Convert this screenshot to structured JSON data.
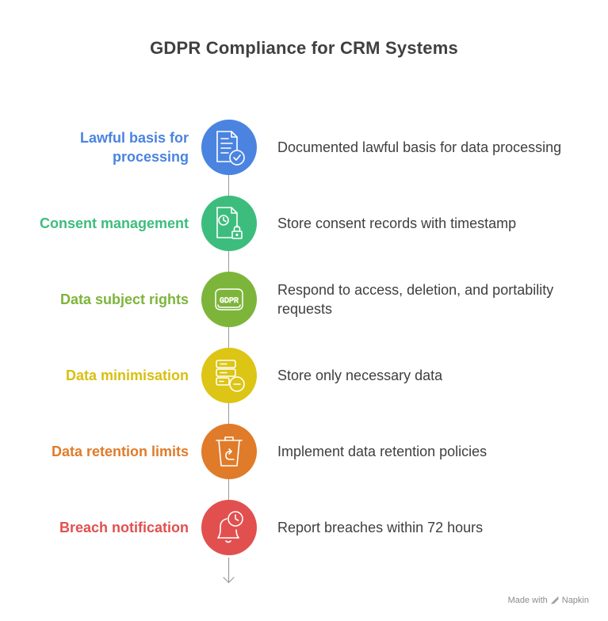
{
  "title": "GDPR Compliance for CRM Systems",
  "steps": [
    {
      "label": "Lawful basis for processing",
      "description": "Documented lawful basis for data processing",
      "color": "#4a84e0",
      "icon": "document-check-icon"
    },
    {
      "label": "Consent management",
      "description": "Store consent records with timestamp",
      "color": "#3dbd7d",
      "icon": "document-clock-lock-icon"
    },
    {
      "label": "Data subject rights",
      "description": "Respond to access, deletion, and portability requests",
      "color": "#7db53b",
      "icon": "gdpr-badge-icon"
    },
    {
      "label": "Data minimisation",
      "description": "Store only necessary data",
      "color": "#dcc514",
      "icon": "database-minus-icon"
    },
    {
      "label": "Data retention limits",
      "description": "Implement data retention policies",
      "color": "#e07b2a",
      "icon": "trash-return-icon"
    },
    {
      "label": "Breach notification",
      "description": "Report breaches within 72 hours",
      "color": "#e24f4f",
      "icon": "bell-clock-icon"
    }
  ],
  "footer": {
    "made_with": "Made with",
    "brand": "Napkin"
  }
}
